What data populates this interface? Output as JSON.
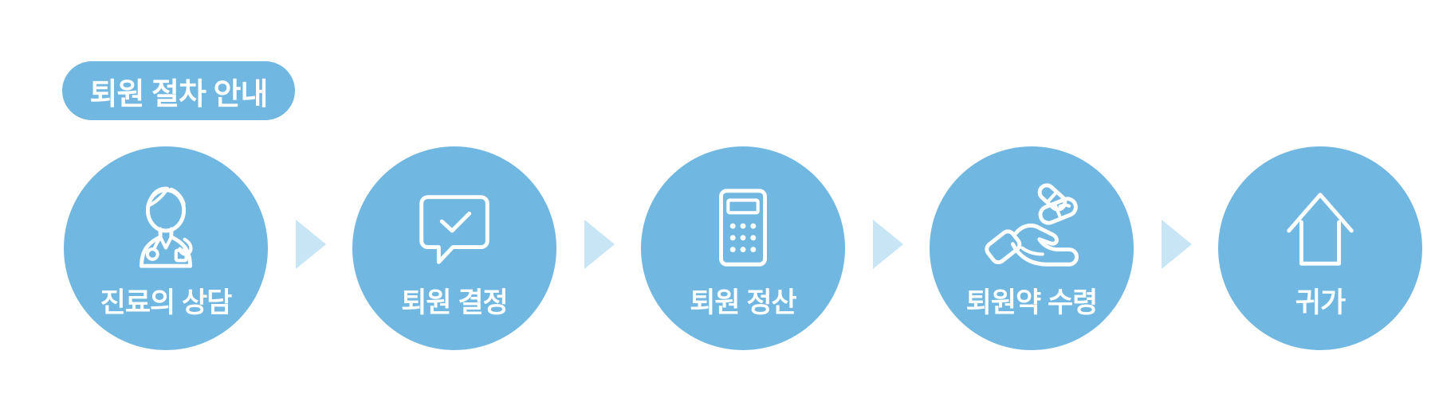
{
  "badge": {
    "label": "퇴원 절차 안내"
  },
  "steps": [
    {
      "label": "진료의 상담",
      "icon": "doctor-icon"
    },
    {
      "label": "퇴원 결정",
      "icon": "speech-bubble-check-icon"
    },
    {
      "label": "퇴원 정산",
      "icon": "calculator-icon"
    },
    {
      "label": "퇴원약 수령",
      "icon": "hand-pills-icon"
    },
    {
      "label": "귀가",
      "icon": "house-icon"
    }
  ],
  "colors": {
    "step_fill": "#70b7e2",
    "arrow": "#c8e5f6",
    "label_text": "#ffffff",
    "page_bg": "#ffffff"
  }
}
